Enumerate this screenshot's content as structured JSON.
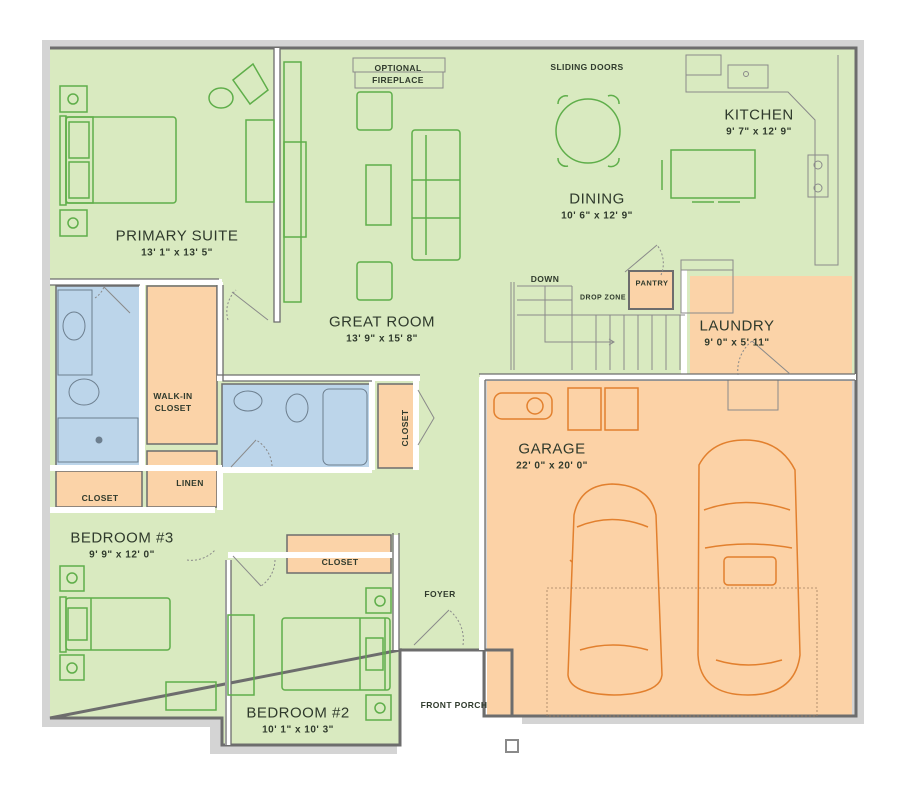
{
  "colors": {
    "living": "#d9eac0",
    "bath": "#bcd5ea",
    "closet": "#fbd3a8",
    "garage": "#fcd2a6",
    "wall": "#6d6d6d",
    "outer_shadow": "#d4d4d4",
    "furniture_green": "#5fae4a",
    "furniture_orange": "#e2802e",
    "text": "#2f3a2c"
  },
  "rooms": {
    "primary_suite": {
      "name": "PRIMARY SUITE",
      "dims": "13' 1\" x 13' 5\""
    },
    "great_room": {
      "name": "GREAT ROOM",
      "dims": "13' 9\" x 15' 8\""
    },
    "dining": {
      "name": "DINING",
      "dims": "10' 6\" x 12' 9\""
    },
    "kitchen": {
      "name": "KITCHEN",
      "dims": "9' 7\" x 12' 9\""
    },
    "laundry": {
      "name": "LAUNDRY",
      "dims": "9' 0\" x 5' 11\""
    },
    "garage": {
      "name": "GARAGE",
      "dims": "22' 0\" x 20' 0\""
    },
    "bedroom3": {
      "name": "BEDROOM #3",
      "dims": "9' 9\" x 12' 0\""
    },
    "bedroom2": {
      "name": "BEDROOM #2",
      "dims": "10' 1\" x 10' 3\""
    }
  },
  "labels": {
    "optional_fireplace_1": "OPTIONAL",
    "optional_fireplace_2": "FIREPLACE",
    "sliding_doors": "SLIDING DOORS",
    "down": "DOWN",
    "drop_zone": "DROP ZONE",
    "pantry": "PANTRY",
    "walk_in_closet_1": "WALK-IN",
    "walk_in_closet_2": "CLOSET",
    "closet_hall": "CLOSET",
    "closet_bed3": "CLOSET",
    "closet_bed2": "CLOSET",
    "linen": "LINEN",
    "foyer": "FOYER",
    "front_porch": "FRONT PORCH"
  }
}
